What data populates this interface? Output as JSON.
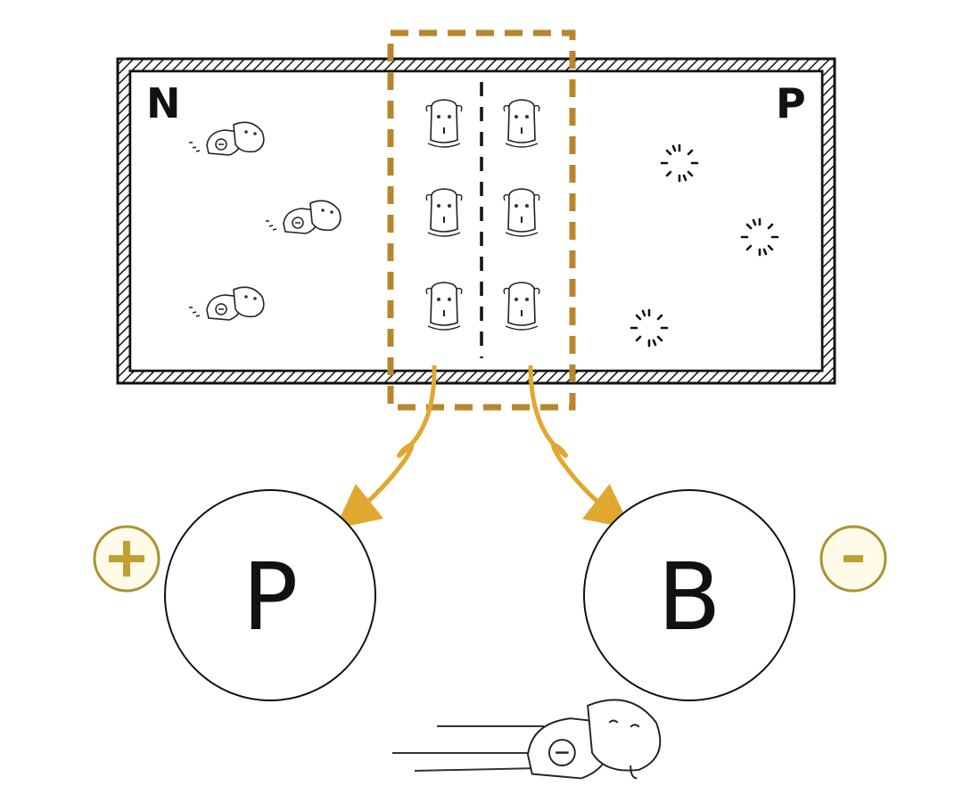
{
  "regions": {
    "n_label": "N",
    "p_label": "P"
  },
  "terminals": {
    "left": {
      "letter": "P",
      "sign": "+"
    },
    "right": {
      "letter": "B",
      "sign": "-"
    }
  },
  "colors": {
    "accent": "#b8862e",
    "sign": "#a89430",
    "ink": "#111111"
  },
  "icons": [
    "dog-electron-icon",
    "dog-ion-icon",
    "hole-icon",
    "plus-icon",
    "minus-icon",
    "curved-arrow-icon"
  ]
}
